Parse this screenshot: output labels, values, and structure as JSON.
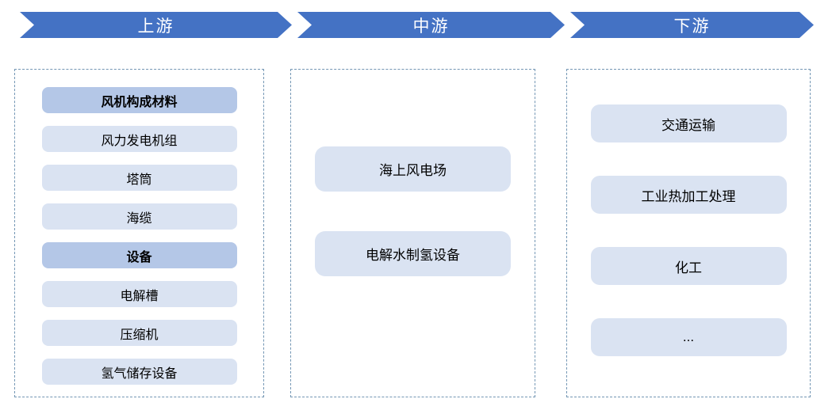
{
  "colors": {
    "banner_blue": "#4472C4",
    "pill_header": "#B4C7E7",
    "pill_regular": "#DAE3F2",
    "column_border": "#7396B4",
    "banner_text": "#FFFFFF",
    "pill_text": "#000000"
  },
  "banners": [
    {
      "label": "上游"
    },
    {
      "label": "中游"
    },
    {
      "label": "下游"
    }
  ],
  "columns": [
    {
      "name": "upstream",
      "items": [
        {
          "label": "风机构成材料",
          "style": "header"
        },
        {
          "label": "风力发电机组",
          "style": "regular"
        },
        {
          "label": "塔筒",
          "style": "regular"
        },
        {
          "label": "海缆",
          "style": "regular"
        },
        {
          "label": "设备",
          "style": "header"
        },
        {
          "label": "电解槽",
          "style": "regular"
        },
        {
          "label": "压缩机",
          "style": "regular"
        },
        {
          "label": "氢气储存设备",
          "style": "regular"
        }
      ]
    },
    {
      "name": "midstream",
      "items": [
        {
          "label": "海上风电场",
          "style": "regular"
        },
        {
          "label": "电解水制氢设备",
          "style": "regular"
        }
      ]
    },
    {
      "name": "downstream",
      "items": [
        {
          "label": "交通运输",
          "style": "regular"
        },
        {
          "label": "工业热加工处理",
          "style": "regular"
        },
        {
          "label": "化工",
          "style": "regular"
        },
        {
          "label": "...",
          "style": "regular"
        }
      ]
    }
  ]
}
